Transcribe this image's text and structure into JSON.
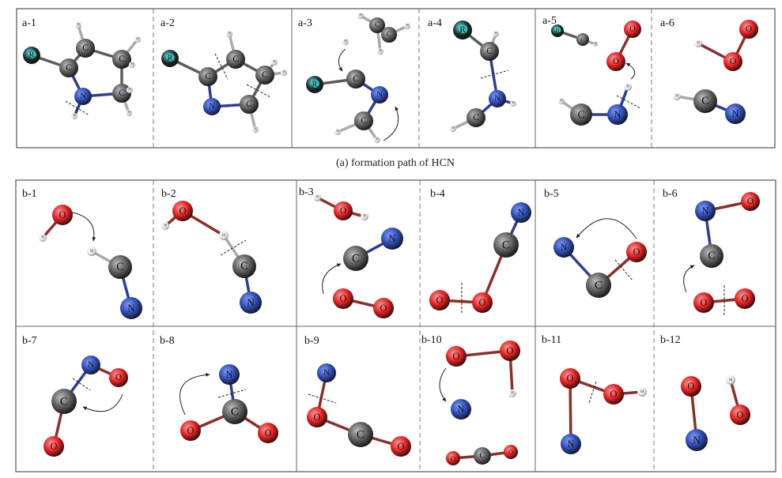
{
  "caption_a": "(a)  formation path of HCN",
  "colors": {
    "C": "#5a5a5a",
    "N": "#2b4ab0",
    "O": "#e21c1c",
    "H": "#eeeeee",
    "R": "#1c2a2a"
  },
  "panels": [
    {
      "label": "a-1",
      "atoms": [
        "R",
        "C",
        "C",
        "C",
        "N",
        "C",
        "H",
        "H",
        "H",
        "H",
        "H",
        "H"
      ]
    },
    {
      "label": "a-2",
      "atoms": [
        "R",
        "C",
        "C",
        "C",
        "N",
        "C",
        "H",
        "H",
        "H",
        "H"
      ]
    },
    {
      "label": "a-3",
      "atoms": [
        "R",
        "C",
        "N",
        "C",
        "H",
        "H",
        "H",
        "H",
        "C",
        "C",
        "H",
        "H"
      ]
    },
    {
      "label": "a-4",
      "atoms": [
        "R",
        "C",
        "H",
        "N",
        "H",
        "C",
        "H"
      ]
    },
    {
      "label": "a-5",
      "atoms": [
        "R",
        "C",
        "H",
        "O",
        "O",
        "H",
        "C",
        "N",
        "H"
      ]
    },
    {
      "label": "a-6",
      "atoms": [
        "O",
        "O",
        "H",
        "H",
        "C",
        "N"
      ]
    },
    {
      "label": "b-1",
      "atoms": [
        "O",
        "H",
        "H",
        "C",
        "N"
      ]
    },
    {
      "label": "b-2",
      "atoms": [
        "O",
        "H",
        "H",
        "C",
        "N"
      ]
    },
    {
      "label": "b-3",
      "atoms": [
        "H",
        "O",
        "H",
        "C",
        "N",
        "O",
        "O"
      ]
    },
    {
      "label": "b-4",
      "atoms": [
        "N",
        "C",
        "O",
        "O"
      ]
    },
    {
      "label": "b-5",
      "atoms": [
        "N",
        "O",
        "C"
      ]
    },
    {
      "label": "b-6",
      "atoms": [
        "N",
        "O",
        "C",
        "O",
        "O"
      ]
    },
    {
      "label": "b-7",
      "atoms": [
        "N",
        "O",
        "C",
        "O"
      ]
    },
    {
      "label": "b-8",
      "atoms": [
        "N",
        "C",
        "O",
        "O"
      ]
    },
    {
      "label": "b-9",
      "atoms": [
        "N",
        "O",
        "C",
        "O"
      ]
    },
    {
      "label": "b-10",
      "atoms": [
        "O",
        "O",
        "H",
        "N",
        "O",
        "C",
        "O"
      ]
    },
    {
      "label": "b-11",
      "atoms": [
        "O",
        "O",
        "H",
        "N"
      ]
    },
    {
      "label": "b-12",
      "atoms": [
        "O",
        "N",
        "H",
        "O"
      ]
    }
  ]
}
